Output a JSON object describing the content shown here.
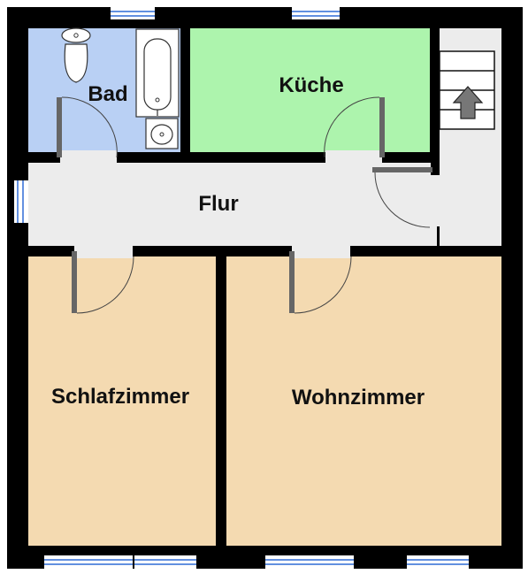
{
  "rooms": {
    "bad": {
      "label": "Bad",
      "color": "#b9d0f4"
    },
    "kueche": {
      "label": "Küche",
      "color": "#adf4ad"
    },
    "flur": {
      "label": "Flur",
      "color": "#ececec"
    },
    "schlafzimmer": {
      "label": "Schlafzimmer",
      "color": "#f4dab1"
    },
    "wohnzimmer": {
      "label": "Wohnzimmer",
      "color": "#f4dab1"
    },
    "treppenhaus": {
      "label": "",
      "color": "#ececec"
    }
  },
  "colors": {
    "wall": "#000000",
    "door": "#666666",
    "window": "#2f6bd6",
    "stair_arrow": "#777777"
  },
  "icons": [
    "toilet-icon",
    "bathtub-icon",
    "sink-icon",
    "stair-arrow-icon"
  ]
}
